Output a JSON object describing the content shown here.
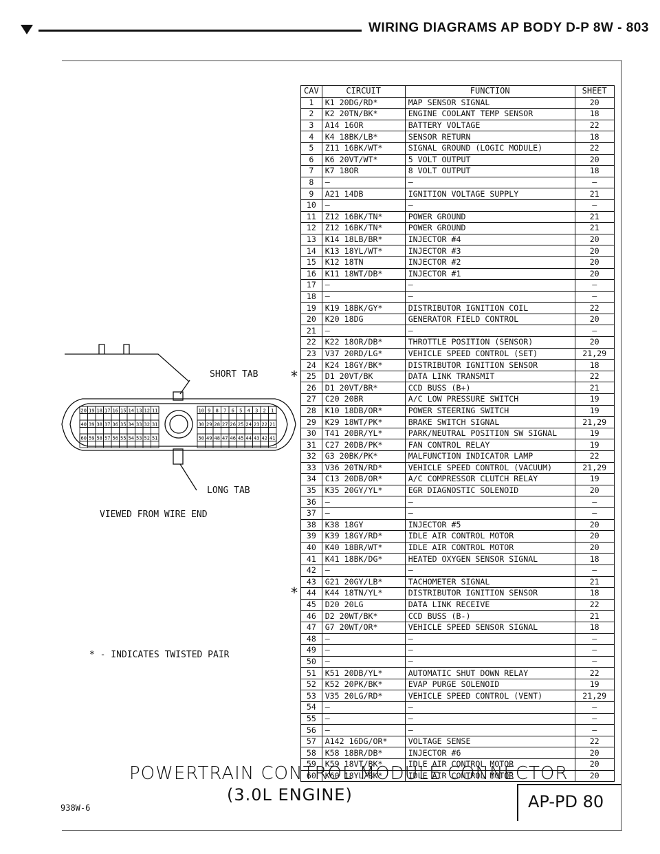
{
  "header": {
    "title": "WIRING DIAGRAMS AP BODY D-P   8W - 803"
  },
  "table": {
    "headers": [
      "CAV",
      "CIRCUIT",
      "FUNCTION",
      "SHEET"
    ],
    "rows": [
      [
        "1",
        "K1 20DG/RD*",
        "MAP SENSOR SIGNAL",
        "20"
      ],
      [
        "2",
        "K2 20TN/BK*",
        "ENGINE COOLANT TEMP SENSOR",
        "18"
      ],
      [
        "3",
        "A14 16OR",
        "BATTERY VOLTAGE",
        "22"
      ],
      [
        "4",
        "K4 18BK/LB*",
        "SENSOR RETURN",
        "18"
      ],
      [
        "5",
        "Z11 16BK/WT*",
        "SIGNAL GROUND (LOGIC MODULE)",
        "22"
      ],
      [
        "6",
        "K6 20VT/WT*",
        "5 VOLT OUTPUT",
        "20"
      ],
      [
        "7",
        "K7 18OR",
        "8 VOLT OUTPUT",
        "18"
      ],
      [
        "8",
        "—",
        "—",
        "—"
      ],
      [
        "9",
        "A21 14DB",
        "IGNITION VOLTAGE SUPPLY",
        "21"
      ],
      [
        "10",
        "—",
        "—",
        "—"
      ],
      [
        "11",
        "Z12 16BK/TN*",
        "POWER GROUND",
        "21"
      ],
      [
        "12",
        "Z12 16BK/TN*",
        "POWER GROUND",
        "21"
      ],
      [
        "13",
        "K14 18LB/BR*",
        "INJECTOR #4",
        "20"
      ],
      [
        "14",
        "K13 18YL/WT*",
        "INJECTOR #3",
        "20"
      ],
      [
        "15",
        "K12 18TN",
        "INJECTOR #2",
        "20"
      ],
      [
        "16",
        "K11 18WT/DB*",
        "INJECTOR #1",
        "20"
      ],
      [
        "17",
        "—",
        "—",
        "—"
      ],
      [
        "18",
        "—",
        "—",
        "—"
      ],
      [
        "19",
        "K19 18BK/GY*",
        "DISTRIBUTOR IGNITION COIL",
        "22"
      ],
      [
        "20",
        "K20 18DG",
        "GENERATOR FIELD CONTROL",
        "20"
      ],
      [
        "21",
        "—",
        "—",
        "—"
      ],
      [
        "22",
        "K22 18OR/DB*",
        "THROTTLE POSITION (SENSOR)",
        "20"
      ],
      [
        "23",
        "V37 20RD/LG*",
        "VEHICLE SPEED CONTROL (SET)",
        "21,29"
      ],
      [
        "24",
        "K24 18GY/BK*",
        "DISTRIBUTOR IGNITION SENSOR",
        "18"
      ],
      [
        "25",
        "D1 20VT/BK",
        "DATA LINK TRANSMIT",
        "22"
      ],
      [
        "26",
        "D1 20VT/BR*",
        "CCD BUSS (B+)",
        "21"
      ],
      [
        "27",
        "C20 20BR",
        "A/C LOW PRESSURE SWITCH",
        "19"
      ],
      [
        "28",
        "K10 18DB/OR*",
        "POWER STEERING SWITCH",
        "19"
      ],
      [
        "29",
        "K29 18WT/PK*",
        "BRAKE SWITCH SIGNAL",
        "21,29"
      ],
      [
        "30",
        "T41 20BR/YL*",
        "PARK/NEUTRAL POSITION SW SIGNAL",
        "19"
      ],
      [
        "31",
        "C27 20DB/PK*",
        "FAN CONTROL RELAY",
        "19"
      ],
      [
        "32",
        "G3 20BK/PK*",
        "MALFUNCTION INDICATOR LAMP",
        "22"
      ],
      [
        "33",
        "V36 20TN/RD*",
        "VEHICLE SPEED CONTROL (VACUUM)",
        "21,29"
      ],
      [
        "34",
        "C13 20DB/OR*",
        "A/C COMPRESSOR CLUTCH RELAY",
        "19"
      ],
      [
        "35",
        "K35 20GY/YL*",
        "EGR DIAGNOSTIC SOLENOID",
        "20"
      ],
      [
        "36",
        "—",
        "—",
        "—"
      ],
      [
        "37",
        "—",
        "—",
        "—"
      ],
      [
        "38",
        "K38 18GY",
        "INJECTOR #5",
        "20"
      ],
      [
        "39",
        "K39 18GY/RD*",
        "IDLE AIR CONTROL MOTOR",
        "20"
      ],
      [
        "40",
        "K40 18BR/WT*",
        "IDLE AIR CONTROL MOTOR",
        "20"
      ],
      [
        "41",
        "K41 18BK/DG*",
        "HEATED OXYGEN SENSOR SIGNAL",
        "18"
      ],
      [
        "42",
        "—",
        "—",
        "—"
      ],
      [
        "43",
        "G21 20GY/LB*",
        "TACHOMETER SIGNAL",
        "21"
      ],
      [
        "44",
        "K44 18TN/YL*",
        "DISTRIBUTOR IGNITION SENSOR",
        "18"
      ],
      [
        "45",
        "D20 20LG",
        "DATA LINK RECEIVE",
        "22"
      ],
      [
        "46",
        "D2 20WT/BK*",
        "CCD BUSS (B-)",
        "21"
      ],
      [
        "47",
        "G7 20WT/OR*",
        "VEHICLE SPEED SENSOR SIGNAL",
        "18"
      ],
      [
        "48",
        "—",
        "—",
        "—"
      ],
      [
        "49",
        "—",
        "—",
        "—"
      ],
      [
        "50",
        "—",
        "—",
        "—"
      ],
      [
        "51",
        "K51 20DB/YL*",
        "AUTOMATIC SHUT DOWN RELAY",
        "22"
      ],
      [
        "52",
        "K52 20PK/BK*",
        "EVAP PURGE SOLENOID",
        "19"
      ],
      [
        "53",
        "V35 20LG/RD*",
        "VEHICLE SPEED CONTROL (VENT)",
        "21,29"
      ],
      [
        "54",
        "—",
        "—",
        "—"
      ],
      [
        "55",
        "—",
        "—",
        "—"
      ],
      [
        "56",
        "—",
        "—",
        "—"
      ],
      [
        "57",
        "A142 16DG/OR*",
        "VOLTAGE SENSE",
        "22"
      ],
      [
        "58",
        "K58 18BR/DB*",
        "INJECTOR #6",
        "20"
      ],
      [
        "59",
        "K59 18VT/BK*",
        "IDLE AIR CONTROL MOTOR",
        "20"
      ],
      [
        "60",
        "K60 18YL/BK*",
        "IDLE AIR CONTROL MOTOR",
        "20"
      ]
    ]
  },
  "diagram": {
    "short_tab_label": "SHORT TAB",
    "long_tab_label": "LONG TAB",
    "viewed_label": "VIEWED FROM WIRE END",
    "legend": "* - INDICATES TWISTED PAIR",
    "star_mark": "*",
    "pin_rows_left": [
      [
        "20",
        "19",
        "18",
        "17",
        "16",
        "15",
        "14",
        "13",
        "12",
        "11"
      ],
      [
        "40",
        "39",
        "38",
        "37",
        "36",
        "35",
        "34",
        "33",
        "32",
        "31"
      ],
      [
        "60",
        "59",
        "58",
        "57",
        "56",
        "55",
        "54",
        "53",
        "52",
        "51"
      ]
    ],
    "pin_rows_right": [
      [
        "10",
        "9",
        "8",
        "7",
        "6",
        "5",
        "4",
        "3",
        "2",
        "1"
      ],
      [
        "30",
        "29",
        "28",
        "27",
        "26",
        "25",
        "24",
        "23",
        "22",
        "21"
      ],
      [
        "50",
        "49",
        "48",
        "47",
        "46",
        "45",
        "44",
        "43",
        "42",
        "41"
      ]
    ]
  },
  "footer": {
    "title": "POWERTRAIN CONTROL MODULE CONNECTOR",
    "subtitle": "(3.0L ENGINE)",
    "figure_code": "938W-6",
    "page_code": "AP-PD 80"
  }
}
